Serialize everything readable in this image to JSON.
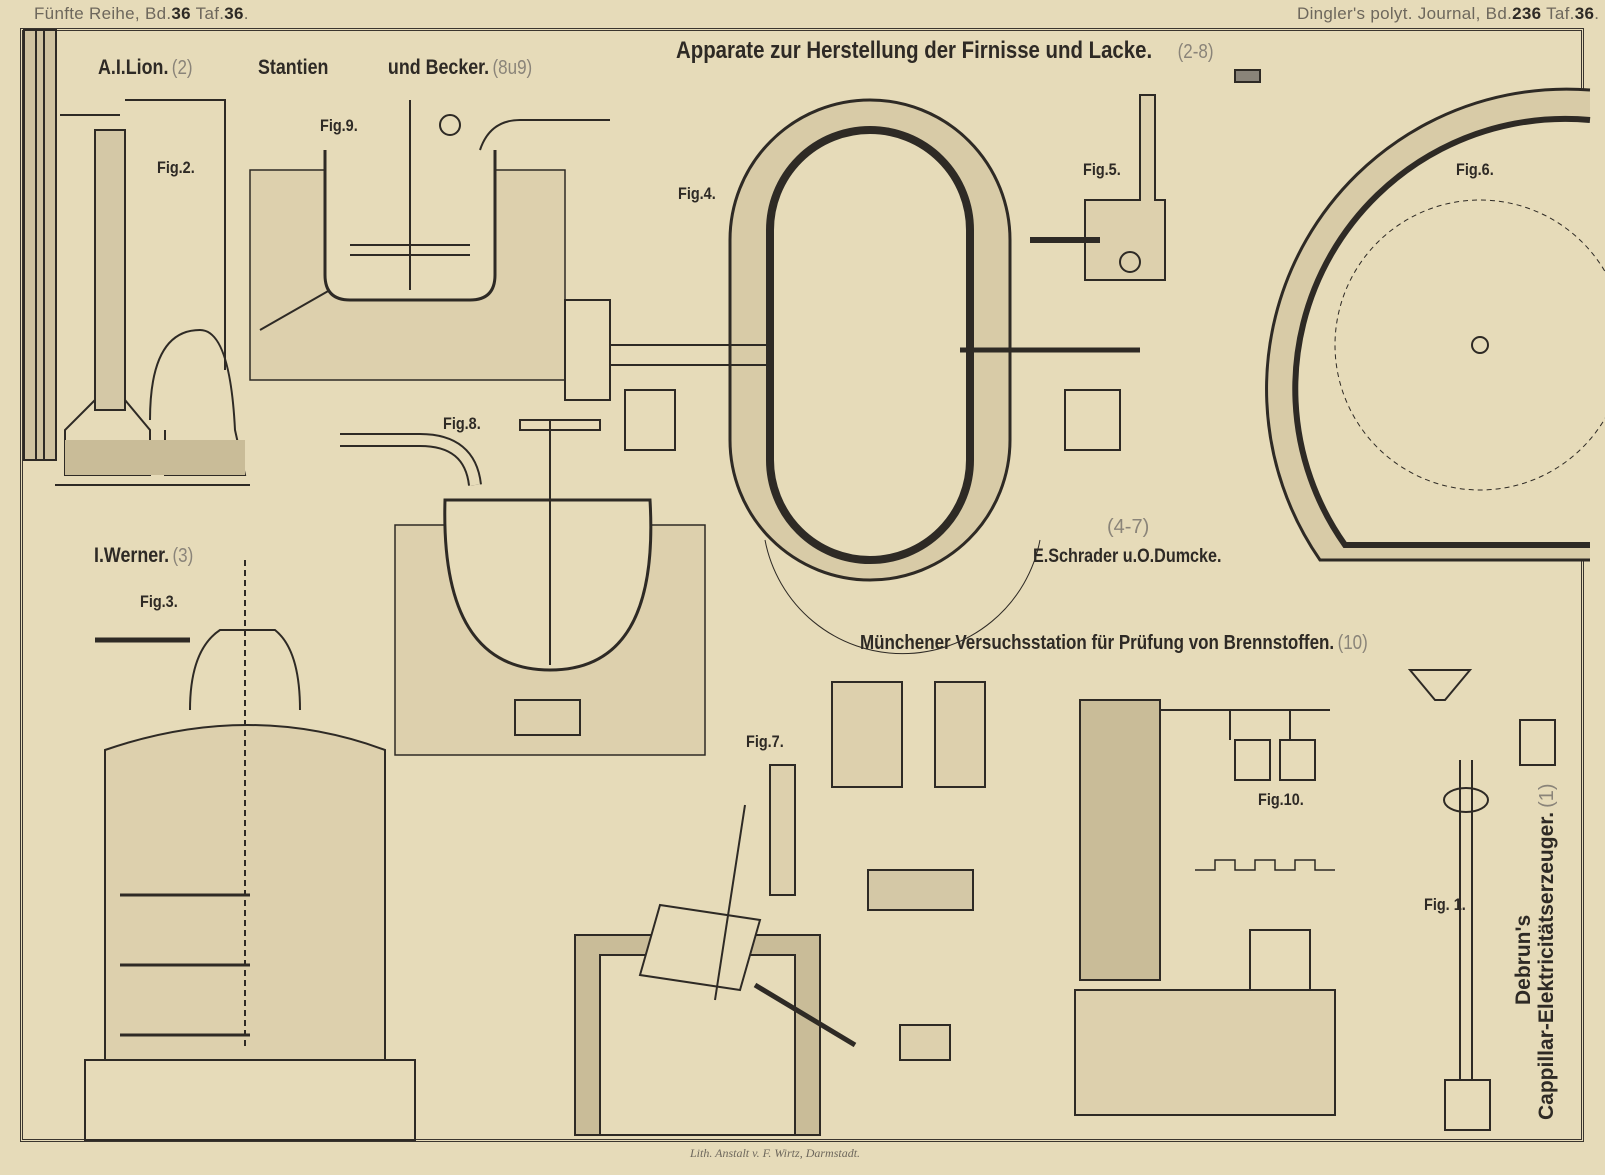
{
  "header": {
    "left": {
      "series": "Fünfte Reihe, Bd.",
      "volume": "36",
      "plate_label": "Taf.",
      "plate": "36",
      "end": "."
    },
    "right": {
      "journal": "Dingler's polyt. Journal, Bd.",
      "volume": "236",
      "plate_label": "Taf.",
      "plate": "36",
      "end": "."
    }
  },
  "titles": {
    "main": {
      "text": "Apparate zur Herstellung der Firnisse und Lacke.",
      "figs": "(2-8)"
    },
    "lion": {
      "text": "A.I.Lion.",
      "figs": "(2)"
    },
    "stantien": {
      "text1": "Stantien",
      "text2": "und Becker.",
      "figs": "(8u9)"
    },
    "werner": {
      "text": "I.Werner.",
      "figs": "(3)"
    },
    "schrader": {
      "text": "E.Schrader u.O.Dumcke.",
      "figs": "(4-7)"
    },
    "muenchen": {
      "text": "Münchener Versuchsstation für Prüfung von Brennstoffen.",
      "figs": "(10)"
    },
    "debrun": {
      "line1": "Debrun's",
      "line2": "Cappillar-Elektricitätserzeuger.",
      "figs": "(1)"
    }
  },
  "figures": {
    "fig1": "Fig. 1.",
    "fig2": "Fig.2.",
    "fig3": "Fig.3.",
    "fig4": "Fig.4.",
    "fig5": "Fig.5.",
    "fig6": "Fig.6.",
    "fig7": "Fig.7.",
    "fig8": "Fig.8.",
    "fig9": "Fig.9.",
    "fig10": "Fig.10."
  },
  "footer": "Lith. Anstalt v. F. Wirtz, Darmstadt.",
  "colors": {
    "paper": "#e6dbb9",
    "ink": "#2e2a25",
    "faded": "#8a8479"
  }
}
